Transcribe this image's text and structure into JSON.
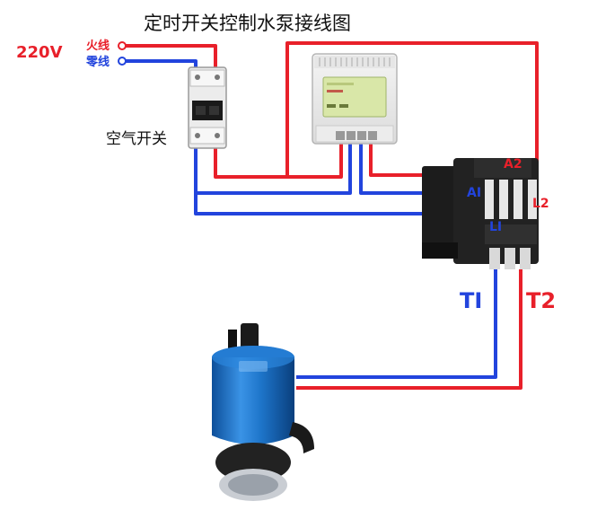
{
  "title": "定时开关控制水泵接线图",
  "supply": {
    "voltage": "220V",
    "live_label": "火线",
    "neutral_label": "零线"
  },
  "breaker": {
    "label": "空气开关"
  },
  "contactor": {
    "terminals": {
      "a2": "A2",
      "a1": "AI",
      "l2": "L2",
      "l1": "LI",
      "t1": "TI",
      "t2": "T2"
    }
  },
  "colors": {
    "live": "#e8202a",
    "neutral": "#2244dd",
    "pump": "#1d74c9"
  },
  "icons": [
    "circuit-breaker",
    "timer-switch",
    "ac-contactor",
    "water-pump"
  ]
}
